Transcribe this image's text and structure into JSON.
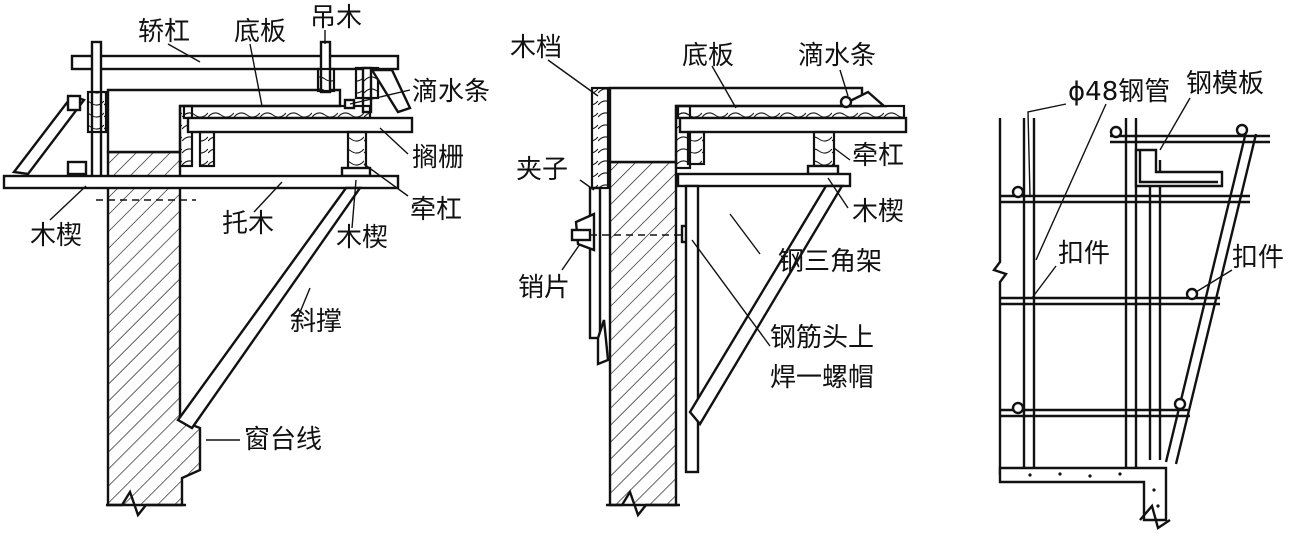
{
  "figures": [
    {
      "id": "a",
      "labels": {
        "jiaogang": "轿杠",
        "diban": "底板",
        "diaomu": "吊木",
        "dishuitiao": "滴水条",
        "gezha": "搁栅",
        "qiangang": "牵杠",
        "muxie_left": "木楔",
        "tuomu": "托木",
        "muxie_mid": "木楔",
        "xiecheng": "斜撑",
        "chuangtaixian": "窗台线"
      }
    },
    {
      "id": "b",
      "labels": {
        "mudang": "木档",
        "diban": "底板",
        "dishuitiao": "滴水条",
        "jiazi": "夹子",
        "qiangang": "牵杠",
        "muxie": "木楔",
        "xiaopian": "销片",
        "gangsanjiaojia": "钢三角架",
        "gangjin_1": "钢筋头上",
        "gangjin_2": "焊一螺帽"
      }
    },
    {
      "id": "c",
      "labels": {
        "gangguan": "ϕ48钢管",
        "gangmuban": "钢模板",
        "koujian_left": "扣件",
        "koujian_right": "扣件"
      }
    }
  ]
}
